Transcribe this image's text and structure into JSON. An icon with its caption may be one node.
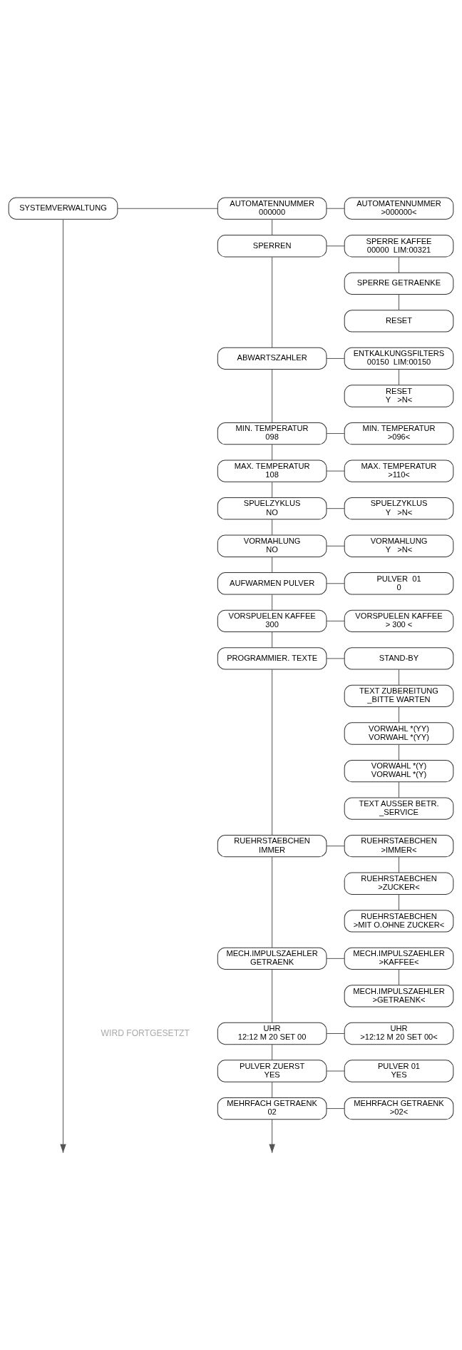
{
  "diagram": {
    "nodes": [
      {
        "text": [
          "SYSTEMVERWALTUNG"
        ]
      },
      {
        "text": [
          "AUTOMATENNUMMER",
          "000000"
        ]
      },
      {
        "text": [
          "AUTOMATENNUMMER",
          ">000000<"
        ]
      },
      {
        "text": [
          "SPERREN"
        ]
      },
      {
        "text": [
          "SPERRE KAFFEE",
          "00000  LIM:00321"
        ]
      },
      {
        "text": [
          "SPERRE GETRAENKE"
        ]
      },
      {
        "text": [
          "RESET"
        ]
      },
      {
        "text": [
          "ABWARTSZAHLER"
        ]
      },
      {
        "text": [
          "ENTKALKUNGSFILTERS",
          "00150  LIM:00150"
        ]
      },
      {
        "text": [
          "RESET",
          "Y   >N<"
        ]
      },
      {
        "text": [
          "MIN. TEMPERATUR",
          "098"
        ]
      },
      {
        "text": [
          "MIN. TEMPERATUR",
          ">096<"
        ]
      },
      {
        "text": [
          "MAX. TEMPERATUR",
          "108"
        ]
      },
      {
        "text": [
          "MAX. TEMPERATUR",
          ">110<"
        ]
      },
      {
        "text": [
          "SPUELZYKLUS",
          "NO"
        ]
      },
      {
        "text": [
          "SPUELZYKLUS",
          "Y   >N<"
        ]
      },
      {
        "text": [
          "VORMAHLUNG",
          "NO"
        ]
      },
      {
        "text": [
          "VORMAHLUNG",
          "Y   >N<"
        ]
      },
      {
        "text": [
          "AUFWARMEN PULVER"
        ]
      },
      {
        "text": [
          "PULVER  01",
          "0"
        ]
      },
      {
        "text": [
          "VORSPUELEN KAFFEE",
          "300"
        ]
      },
      {
        "text": [
          "VORSPUELEN KAFFEE",
          "> 300 <"
        ]
      },
      {
        "text": [
          "PROGRAMMIER. TEXTE"
        ]
      },
      {
        "text": [
          "STAND-BY"
        ]
      },
      {
        "text": [
          "TEXT ZUBEREITUNG",
          "_BITTE WARTEN"
        ]
      },
      {
        "text": [
          "VORWAHL *(YY)",
          "VORWAHL *(YY)"
        ]
      },
      {
        "text": [
          "VORWAHL *(Y)",
          "VORWAHL *(Y)"
        ]
      },
      {
        "text": [
          "TEXT AUSSER BETR.",
          "_SERVICE"
        ]
      },
      {
        "text": [
          "RUEHRSTAEBCHEN",
          "IMMER"
        ]
      },
      {
        "text": [
          "RUEHRSTAEBCHEN",
          ">IMMER<"
        ]
      },
      {
        "text": [
          "RUEHRSTAEBCHEN",
          ">ZUCKER<"
        ]
      },
      {
        "text": [
          "RUEHRSTAEBCHEN",
          ">MIT O.OHNE ZUCKER<"
        ]
      },
      {
        "text": [
          "MECH.IMPULSZAEHLER",
          "GETRAENK"
        ]
      },
      {
        "text": [
          "MECH.IMPULSZAEHLER",
          ">KAFFEE<"
        ]
      },
      {
        "text": [
          "MECH.IMPULSZAEHLER",
          ">GETRAENK<"
        ]
      },
      {
        "text": [
          "UHR",
          "12:12 M 20 SET 00"
        ]
      },
      {
        "text": [
          "UHR",
          ">12:12 M 20 SET 00<"
        ]
      },
      {
        "text": [
          "PULVER ZUERST",
          "YES"
        ]
      },
      {
        "text": [
          "PULVER 01",
          "YES"
        ]
      },
      {
        "text": [
          "MEHRFACH GETRAENK",
          "02"
        ]
      },
      {
        "text": [
          "MEHRFACH GETRAENK",
          ">02<"
        ]
      }
    ],
    "edges": [
      {
        "from": 0,
        "to": 1,
        "arrow": "none"
      },
      {
        "from": 1,
        "to": 2,
        "arrow": "none"
      },
      {
        "from": 1,
        "to": 3,
        "arrow": "none"
      },
      {
        "from": 3,
        "to": 4,
        "arrow": "none"
      },
      {
        "from": 4,
        "to": 5,
        "arrow": "none"
      },
      {
        "from": 5,
        "to": 6,
        "arrow": "none"
      },
      {
        "from": 3,
        "to": 7,
        "arrow": "none"
      },
      {
        "from": 7,
        "to": 8,
        "arrow": "none"
      },
      {
        "from": 8,
        "to": 9,
        "arrow": "none"
      },
      {
        "from": 7,
        "to": 10,
        "arrow": "none"
      },
      {
        "from": 10,
        "to": 11,
        "arrow": "none"
      },
      {
        "from": 10,
        "to": 12,
        "arrow": "none"
      },
      {
        "from": 12,
        "to": 13,
        "arrow": "none"
      },
      {
        "from": 12,
        "to": 14,
        "arrow": "none"
      },
      {
        "from": 14,
        "to": 15,
        "arrow": "none"
      },
      {
        "from": 14,
        "to": 16,
        "arrow": "none"
      },
      {
        "from": 16,
        "to": 17,
        "arrow": "none"
      },
      {
        "from": 16,
        "to": 18,
        "arrow": "none"
      },
      {
        "from": 18,
        "to": 19,
        "arrow": "none"
      },
      {
        "from": 18,
        "to": 20,
        "arrow": "none"
      },
      {
        "from": 20,
        "to": 21,
        "arrow": "none"
      },
      {
        "from": 20,
        "to": 22,
        "arrow": "none"
      },
      {
        "from": 22,
        "to": 23,
        "arrow": "none"
      },
      {
        "from": 23,
        "to": 24,
        "arrow": "none"
      },
      {
        "from": 24,
        "to": 25,
        "arrow": "none"
      },
      {
        "from": 25,
        "to": 26,
        "arrow": "none"
      },
      {
        "from": 26,
        "to": 27,
        "arrow": "none"
      },
      {
        "from": 22,
        "to": 28,
        "arrow": "none"
      },
      {
        "from": 28,
        "to": 29,
        "arrow": "none"
      },
      {
        "from": 29,
        "to": 30,
        "arrow": "none"
      },
      {
        "from": 30,
        "to": 31,
        "arrow": "none"
      },
      {
        "from": 28,
        "to": 32,
        "arrow": "none"
      },
      {
        "from": 32,
        "to": 33,
        "arrow": "none"
      },
      {
        "from": 33,
        "to": 34,
        "arrow": "none"
      },
      {
        "from": 32,
        "to": 35,
        "arrow": "none"
      },
      {
        "from": 35,
        "to": 36,
        "arrow": "none"
      },
      {
        "from": 35,
        "to": 37,
        "arrow": "none"
      },
      {
        "from": 37,
        "to": 38,
        "arrow": "none"
      },
      {
        "from": 37,
        "to": 39,
        "arrow": "none"
      },
      {
        "from": 39,
        "to": 40,
        "arrow": "none"
      },
      {
        "from": 0,
        "to": null,
        "arrow": "to"
      },
      {
        "from": 39,
        "to": null,
        "arrow": "to"
      }
    ],
    "labels": [
      "WIRD FORTGESETZT"
    ]
  }
}
